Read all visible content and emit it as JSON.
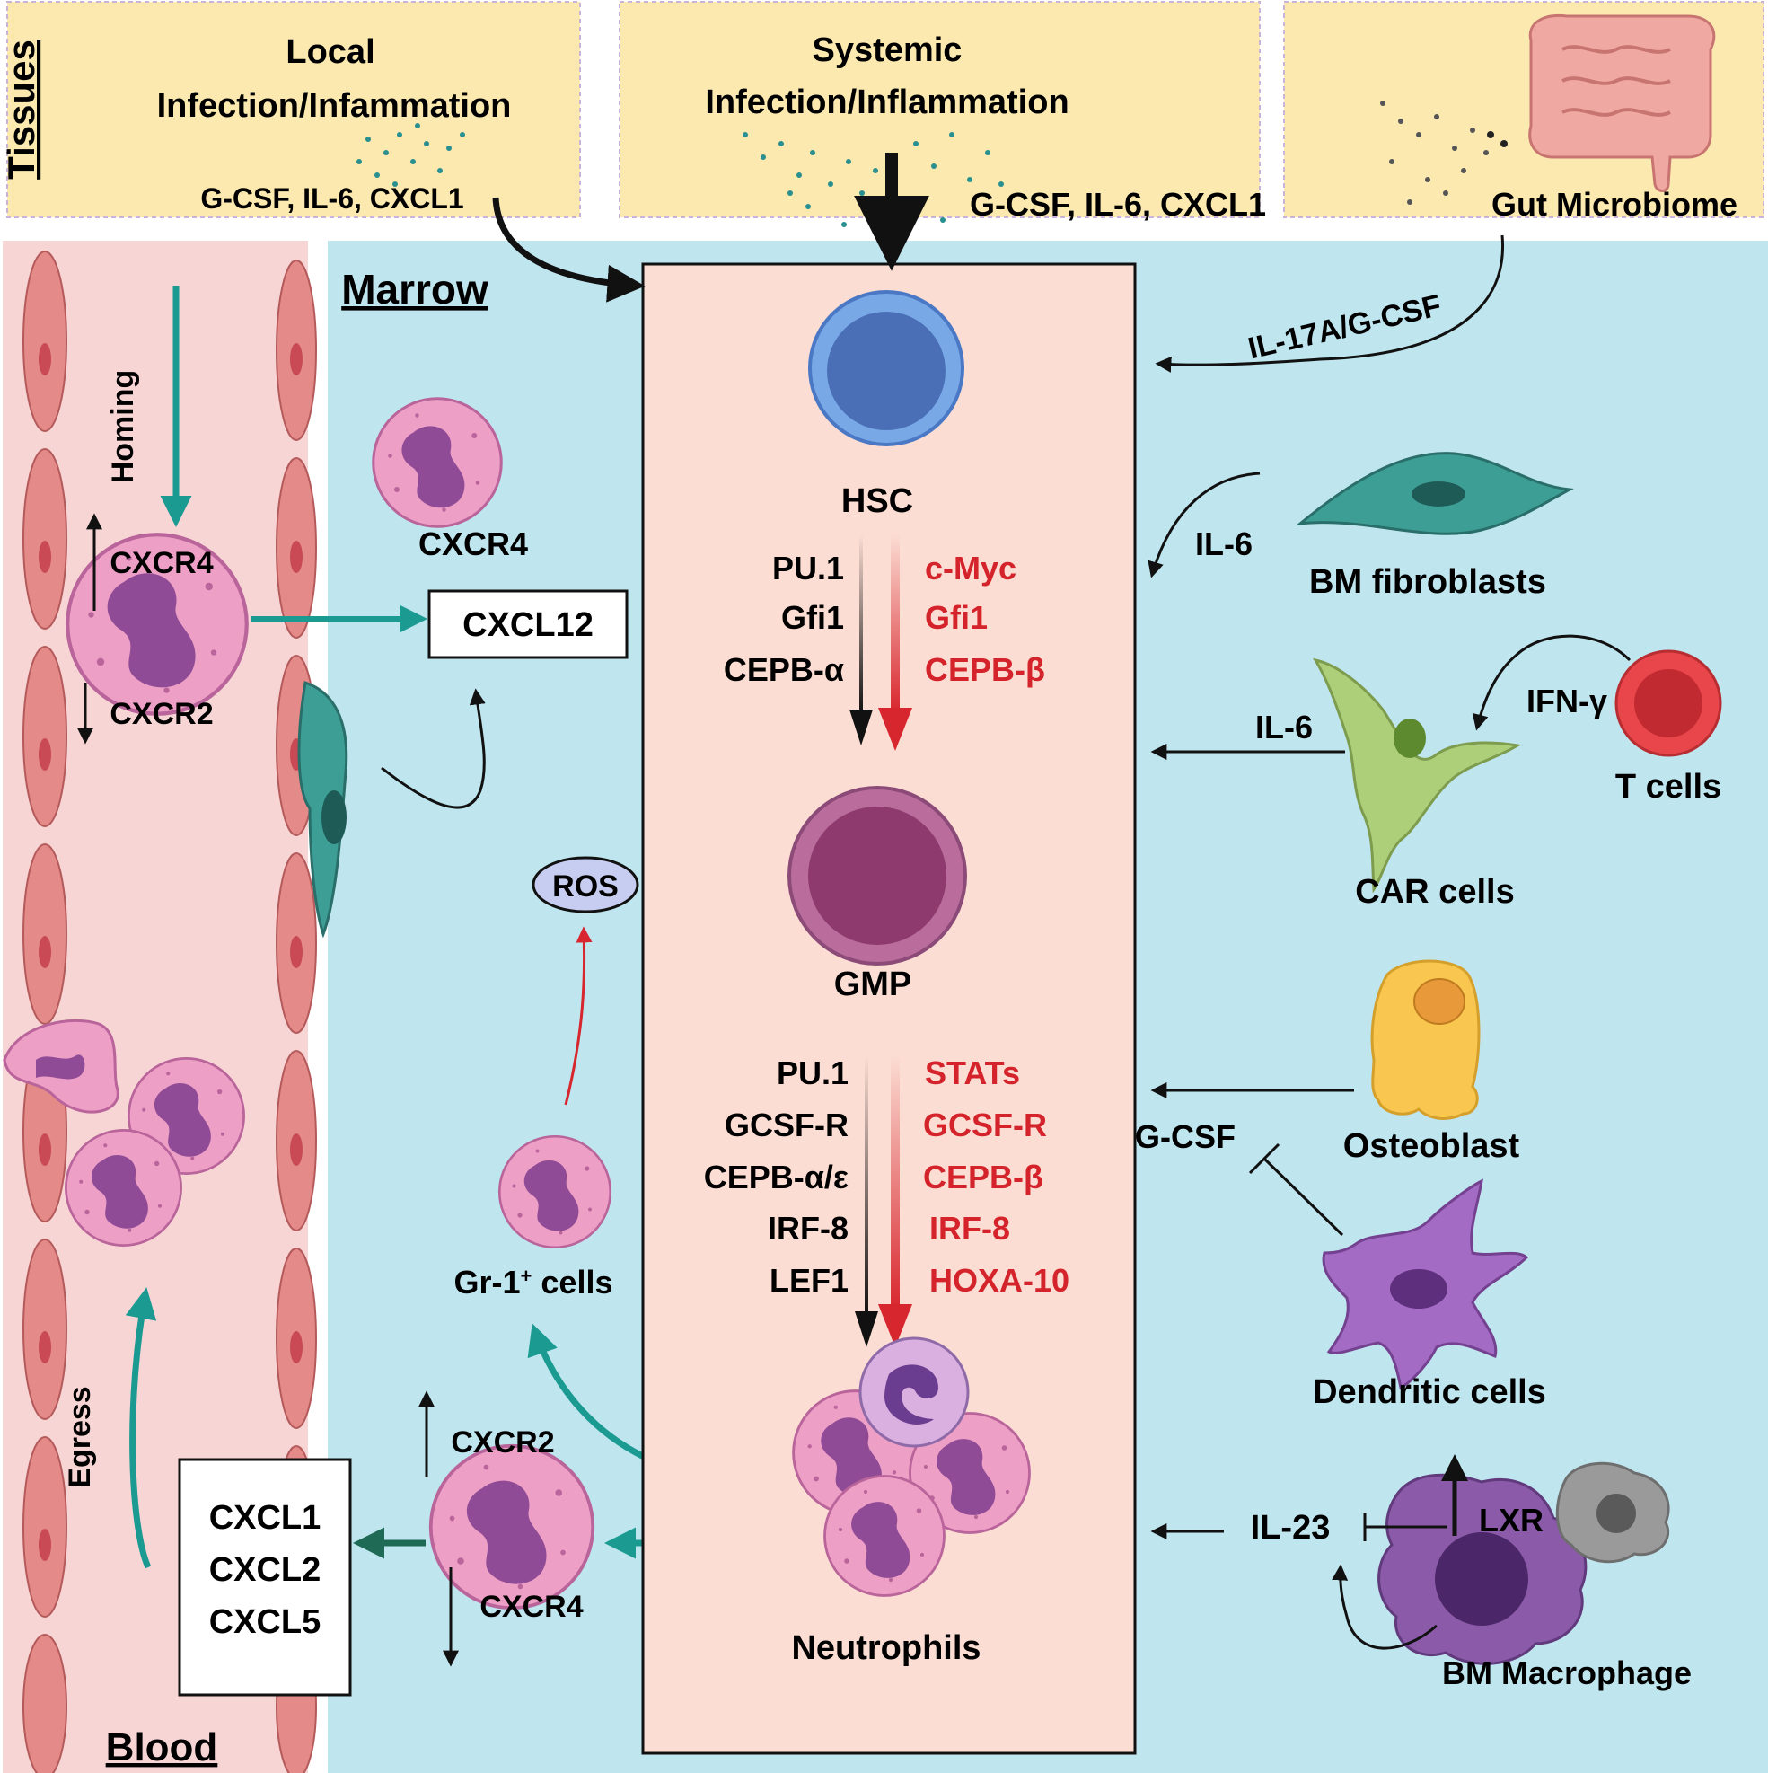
{
  "sections": {
    "tissues": "Tissues",
    "marrow": "Marrow",
    "blood": "Blood"
  },
  "tissue_boxes": {
    "local": {
      "line1": "Local",
      "line2": "Infection/Infammation",
      "cytokines": "G-CSF, IL-6, CXCL1"
    },
    "systemic": {
      "line1": "Systemic",
      "line2": "Infection/Inflammation",
      "cytokines": "G-CSF, IL-6, CXCL1"
    },
    "gut": {
      "label": "Gut Microbiome"
    }
  },
  "center": {
    "hsc": "HSC",
    "gmp": "GMP",
    "neutrophils": "Neutrophils",
    "hsc_to_gmp_black": [
      "PU.1",
      "Gfi1",
      "CEPB-α"
    ],
    "hsc_to_gmp_red": [
      "c-Myc",
      "Gfi1",
      "CEPB-β"
    ],
    "gmp_to_neut_black": [
      "PU.1",
      "GCSF-R",
      "CEPB-α/ε",
      "IRF-8",
      "LEF1"
    ],
    "gmp_to_neut_red": [
      "STATs",
      "GCSF-R",
      "CEPB-β",
      "IRF-8",
      "HOXA-10"
    ]
  },
  "left": {
    "homing": "Homing",
    "egress": "Egress",
    "blood_cxcr4": "CXCR4",
    "blood_cxcr2": "CXCR2",
    "marrow_cxcr4": "CXCR4",
    "cxcl12": "CXCL12",
    "ros": "ROS",
    "gr1_main": "Gr-1",
    "gr1_sup": "+",
    "gr1_rest": " cells",
    "neut_cxcr2": "CXCR2",
    "neut_cxcr4": "CXCR4",
    "chemokines": [
      "CXCL1",
      "CXCL2",
      "CXCL5"
    ]
  },
  "right": {
    "il17a": "IL-17A/G-CSF",
    "il6_fib": "IL-6",
    "bm_fibroblasts": "BM fibroblasts",
    "il6_car": "IL-6",
    "car_cells": "CAR cells",
    "ifn": "IFN-γ",
    "t_cells": "T cells",
    "osteoblast": "Osteoblast",
    "gcsf": "G-CSF",
    "dendritic": "Dendritic cells",
    "il23": "IL-23",
    "lxr": "LXR",
    "bm_macrophage": "BM Macrophage"
  },
  "colors": {
    "tissue_bg": "#fbe9b0",
    "marrow_bg": "#bfe5ee",
    "blood_bg": "#f8d5d5",
    "center_bg": "#fbddd3",
    "teal": "#1b9a92",
    "red_label": "#d4232a",
    "red_arrow": "#d8262e"
  }
}
